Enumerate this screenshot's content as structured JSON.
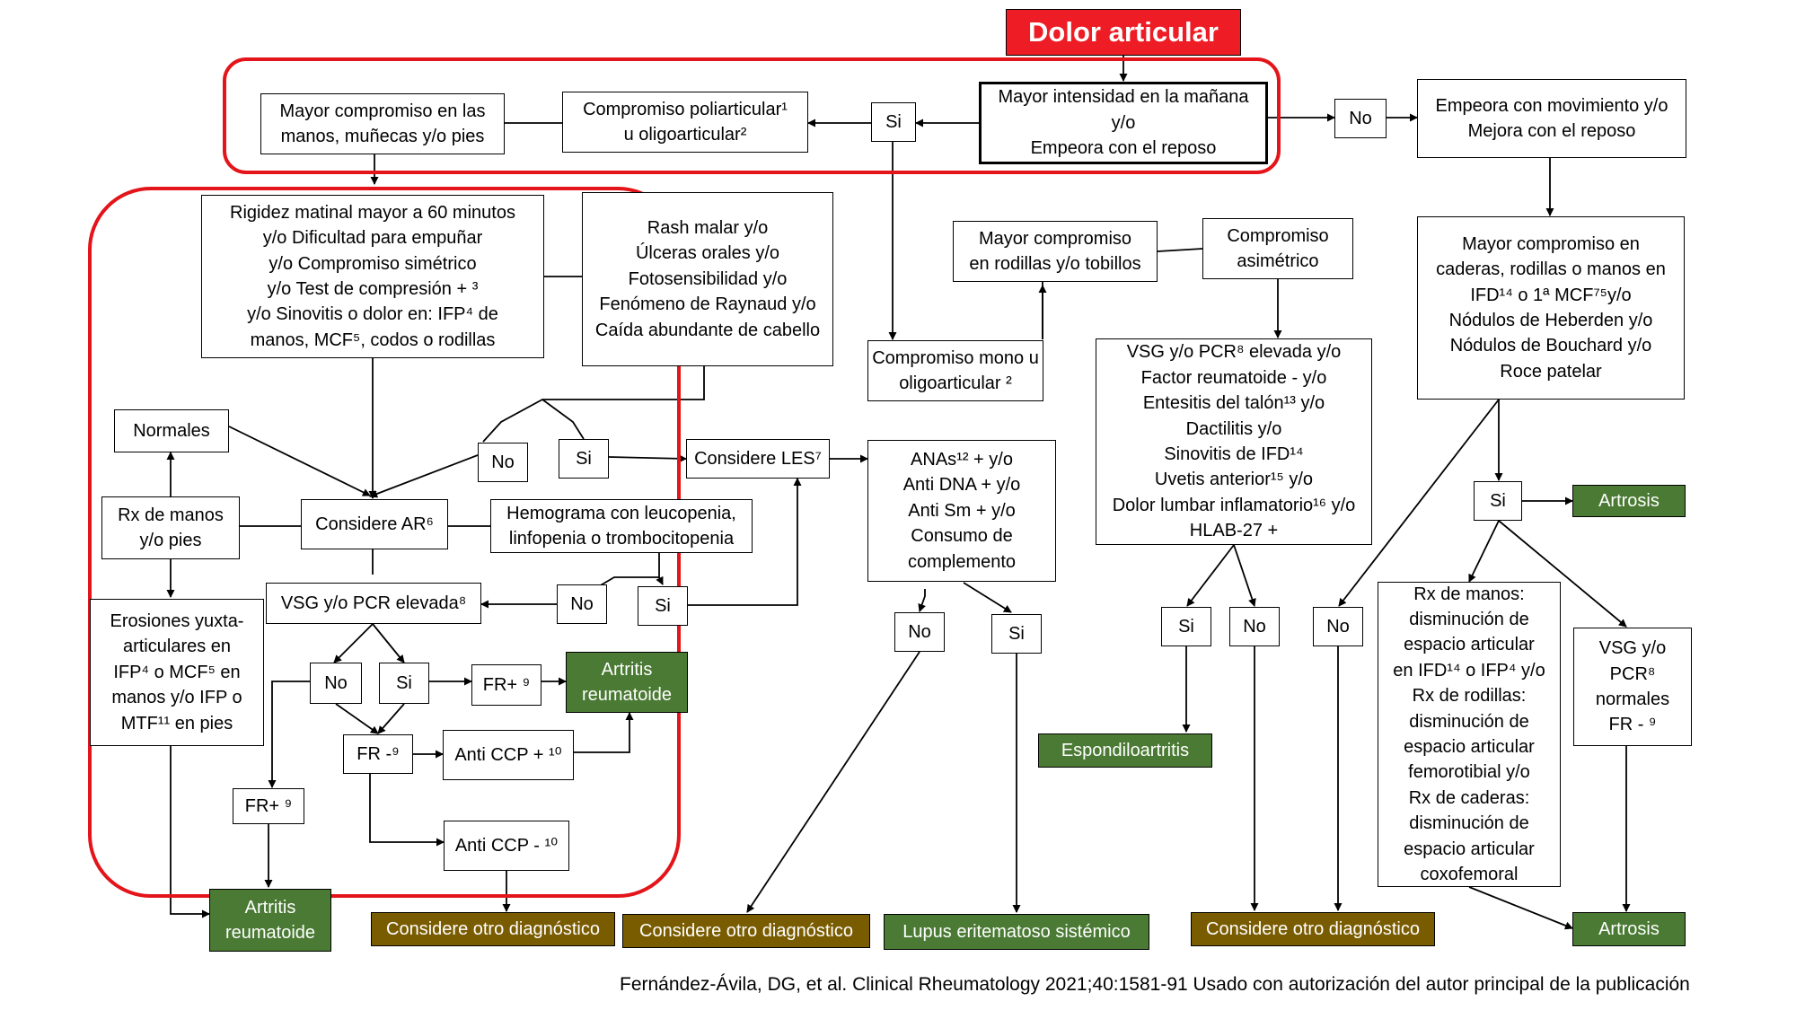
{
  "title": "Dolor articular",
  "nodes": {
    "manana": [
      "Mayor intensidad en la mañana",
      "y/o",
      "Empeora con el reposo"
    ],
    "si_top": [
      "Si"
    ],
    "no_top": [
      "No"
    ],
    "movimiento": [
      "Empeora con movimiento y/o",
      "Mejora con el reposo"
    ],
    "poliarticular": [
      "Compromiso poliarticular¹",
      "u oligoarticular²"
    ],
    "manos_munecas": [
      "Mayor compromiso en las",
      "manos, muñecas y/o pies"
    ],
    "rigidez": [
      "Rigidez matinal mayor a 60 minutos",
      "y/o Dificultad para empuñar",
      "y/o Compromiso simétrico",
      "y/o Test de compresión + ³",
      "y/o Sinovitis o dolor en: IFP⁴ de",
      "manos, MCF⁵, codos o rodillas"
    ],
    "rash": [
      "Rash malar y/o",
      "Úlceras orales y/o",
      "Fotosensibilidad y/o",
      "Fenómeno de Raynaud y/o",
      "Caída abundante de cabello"
    ],
    "mono": [
      "Compromiso mono u",
      "oligoarticular ²"
    ],
    "rodillas": [
      "Mayor compromiso",
      "en rodillas y/o tobillos"
    ],
    "asimetrico": [
      "Compromiso",
      "asimétrico"
    ],
    "caderas": [
      "Mayor compromiso en",
      "caderas, rodillas o manos en",
      "IFD¹⁴ o 1ª MCF⁷⁵y/o",
      "Nódulos de Heberden y/o",
      "Nódulos de Bouchard y/o",
      "Roce patelar"
    ],
    "normales": [
      "Normales"
    ],
    "no_les": [
      "No"
    ],
    "si_les": [
      "Si"
    ],
    "les": [
      "Considere LES⁷"
    ],
    "anas": [
      "ANAs¹² + y/o",
      "Anti DNA + y/o",
      "Anti Sm +  y/o",
      "Consumo de",
      "complemento"
    ],
    "vsg_pcr8": [
      "VSG y/o PCR⁸ elevada y/o",
      "Factor reumatoide - y/o",
      "Entesitis del talón¹³ y/o",
      "Dactilitis y/o",
      "Sinovitis de IFD¹⁴",
      "Uvetis anterior¹⁵ y/o",
      "Dolor lumbar inflamatorio¹⁶ y/o",
      "HLAB-27 +"
    ],
    "rx_manos": [
      "Rx de manos",
      "y/o pies"
    ],
    "ar": [
      "Considere AR⁶"
    ],
    "hemograma": [
      "Hemograma con leucopenia,",
      "linfopenia o trombocitopenia"
    ],
    "si_artrosis": [
      "Si"
    ],
    "artrosis1": [
      "Artrosis"
    ],
    "vsg_elevada": [
      "VSG y/o PCR elevada⁸"
    ],
    "no_hemo": [
      "No"
    ],
    "si_hemo": [
      "Si"
    ],
    "no_anas": [
      "No"
    ],
    "si_anas": [
      "Si"
    ],
    "si_espondilo": [
      "Si"
    ],
    "no_espondilo": [
      "No"
    ],
    "no_caderas": [
      "No"
    ],
    "erosiones": [
      "Erosiones yuxta-",
      "articulares en",
      "IFP⁴ o MCF⁵  en",
      "manos  y/o IFP o",
      "MTF¹¹ en pies"
    ],
    "no_vsg": [
      "No"
    ],
    "si_vsg": [
      "Si"
    ],
    "fr_plus": [
      "FR+ ⁹"
    ],
    "artritis1": [
      "Artritis",
      "reumatoide"
    ],
    "rx_artrosis": [
      "Rx de manos:",
      "disminución de",
      "espacio articular",
      "en IFD¹⁴ o IFP⁴ y/o",
      "Rx de rodillas:",
      "disminución de",
      "espacio articular",
      "femorotibial y/o",
      "Rx de caderas:",
      "disminución de",
      "espacio articular",
      "coxofemoral"
    ],
    "vsg_normales": [
      "VSG y/o",
      "PCR⁸",
      "normales",
      "FR - ⁹"
    ],
    "fr_minus": [
      "FR -⁹"
    ],
    "anti_ccp_plus": [
      "Anti CCP + ¹⁰"
    ],
    "espondilo": [
      "Espondiloartritis"
    ],
    "fr_plus2": [
      "FR+ ⁹"
    ],
    "anti_ccp_minus": [
      "Anti CCP - ¹⁰"
    ],
    "artritis2": [
      "Artritis",
      "reumatoide"
    ],
    "otro1": [
      "Considere otro diagnóstico"
    ],
    "otro2": [
      "Considere otro diagnóstico"
    ],
    "lupus": [
      "Lupus eritematoso sistémico"
    ],
    "otro3": [
      "Considere otro diagnóstico"
    ],
    "artrosis2": [
      "Artrosis"
    ]
  },
  "caption": "Fernández-Ávila, DG, et al. Clinical Rheumatology 2021;40:1581-91  Usado con autorización del autor principal de la publicación",
  "colors": {
    "title_fill": "#ee1c24",
    "highlight_frame": "#e3151a",
    "result_green": "#4a7a33",
    "result_brown": "#7a5c00"
  }
}
